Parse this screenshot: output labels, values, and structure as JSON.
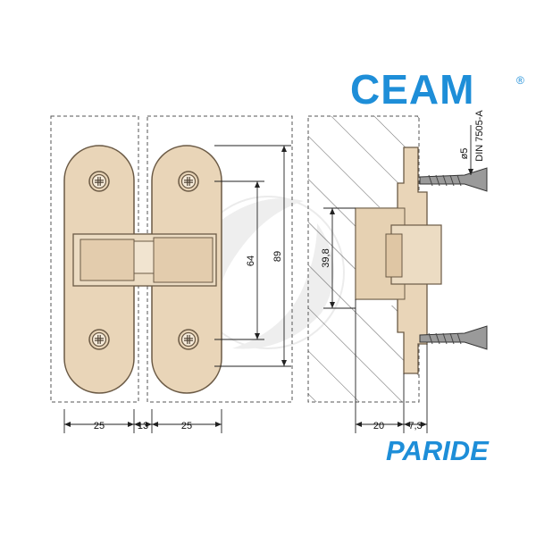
{
  "brand": {
    "top_logo": "CEAM",
    "registered_mark": "®",
    "bottom_logo": "PARIDE",
    "color": "#1e8ed8"
  },
  "dimensions": {
    "width_left": "25",
    "gap": "13",
    "width_right": "25",
    "height_inner": "64",
    "height_outer": "89",
    "side_depth": "39,8",
    "side_width_a": "20",
    "side_width_b": "7,3",
    "screw_diameter": "ø5",
    "screw_standard": "DIN 7505-A"
  },
  "colors": {
    "hinge_fill": "#e9d5b8",
    "hinge_stroke": "#6b5a45",
    "line": "#222222"
  }
}
